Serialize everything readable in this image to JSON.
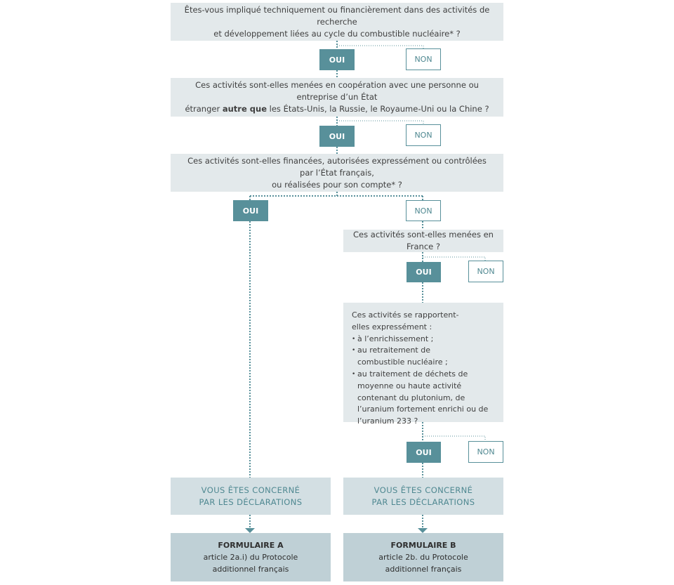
{
  "q1": {
    "line1": "Êtes-vous impliqué techniquement ou financièrement dans des activités de recherche",
    "line2": "et développement liées au cycle du combustible nucléaire* ?"
  },
  "q2": {
    "line1": "Ces activités sont-elles menées en coopération avec une personne ou entreprise d’un État",
    "line2_before": "étranger ",
    "line2_bold": "autre que",
    "line2_after": " les États-Unis, la Russie, le Royaume-Uni ou la Chine ?"
  },
  "q3": {
    "line1": "Ces activités sont-elles financées, autorisées expressément ou contrôlées par l’État français,",
    "line2": "ou réalisées pour son compte* ?"
  },
  "q4": {
    "text": "Ces activités sont-elles menées en France ?"
  },
  "q5": {
    "intro": "Ces activités se rapportent-elles expressément :",
    "items": [
      "à l’enrichissement ;",
      "au retraitement de combustible nucléaire ;",
      "au traitement de déchets de moyenne ou haute activité contenant du plutonium, de l’uranium fortement enrichi ou de l’uranium 233 ?"
    ]
  },
  "labels": {
    "oui": "OUI",
    "non": "NON"
  },
  "concern": {
    "line1": "VOUS ÊTES CONCERNÉ",
    "line2": "PAR LES DÉCLARATIONS"
  },
  "form_a": {
    "title": "FORMULAIRE A",
    "line1": "article 2a.i) du Protocole",
    "line2": "additionnel français"
  },
  "form_b": {
    "title": "FORMULAIRE B",
    "line1": "article 2b. du Protocole",
    "line2": "additionnel français"
  },
  "colors": {
    "accent": "#58909a",
    "question_bg": "#e3e9eb",
    "concern_bg": "#d3dfe3",
    "form_bg": "#bfd0d6"
  }
}
